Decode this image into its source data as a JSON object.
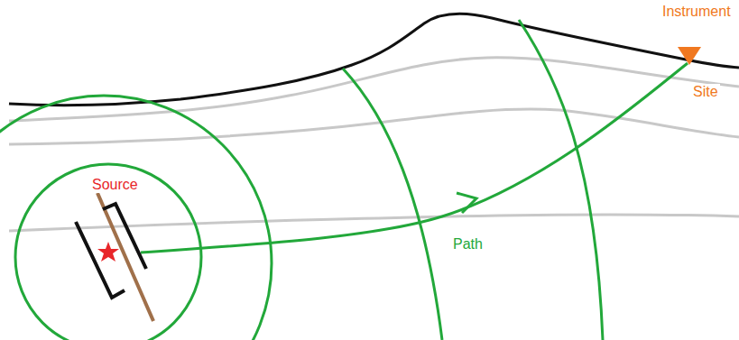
{
  "diagram": {
    "labels": [
      "Instrument",
      "Site",
      "Source",
      "Path"
    ]
  }
}
